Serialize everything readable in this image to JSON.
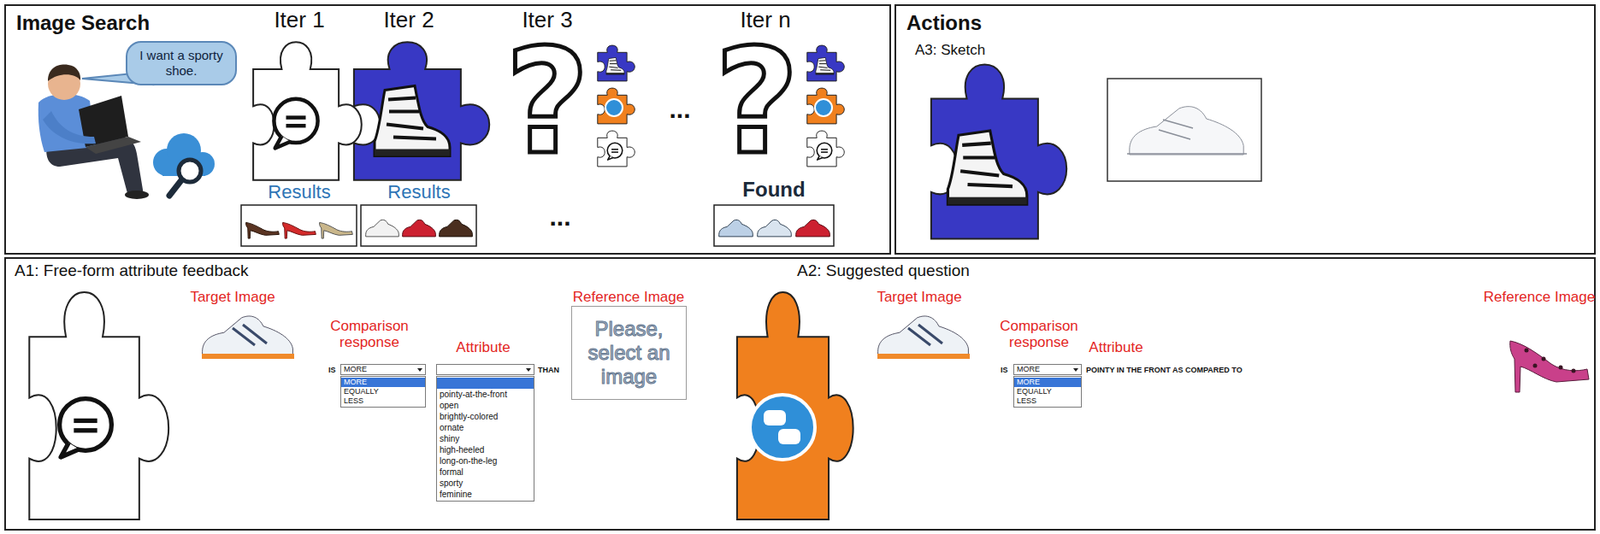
{
  "diagram": {
    "nodes": [
      {
        "text": [
          "Image Search"
        ]
      },
      {
        "text": [
          "I want a sporty shoe."
        ],
        "in": 0
      },
      {
        "text": [
          "Actions",
          "A3: Sketch"
        ]
      },
      {
        "text": [
          "A1: Free-form attribute feedback",
          "A2: Suggested question"
        ]
      },
      {
        "text": [
          "MORE"
        ],
        "in": 3
      },
      {
        "text": [
          "MORE",
          "EQUALLY",
          "LESS"
        ],
        "in": 3
      },
      {
        "text": [
          "pointy-at-the-front",
          "open",
          "brightly-colored",
          "ornate",
          "shiny",
          "high-heeled",
          "long-on-the-leg",
          "formal",
          "sporty",
          "feminine"
        ],
        "in": 3
      },
      {
        "text": [
          "Please, select an image"
        ],
        "in": 3
      },
      {
        "text": [
          "MORE"
        ],
        "in": 3
      },
      {
        "text": [
          "MORE",
          "EQUALLY",
          "LESS"
        ],
        "in": 3
      }
    ],
    "labels": [
      "Iter 1",
      "Iter 2",
      "Iter 3",
      "Iter n",
      "?",
      "?",
      "...",
      "Results",
      "Results",
      "...",
      "Found",
      "Target Image",
      "Comparison response",
      "Attribute",
      "IS",
      "THAN",
      "Reference Image",
      "Target Image",
      "Comparison response",
      "Attribute",
      "IS",
      "POINTY IN THE FRONT AS COMPARED TO",
      "Reference Image"
    ]
  }
}
